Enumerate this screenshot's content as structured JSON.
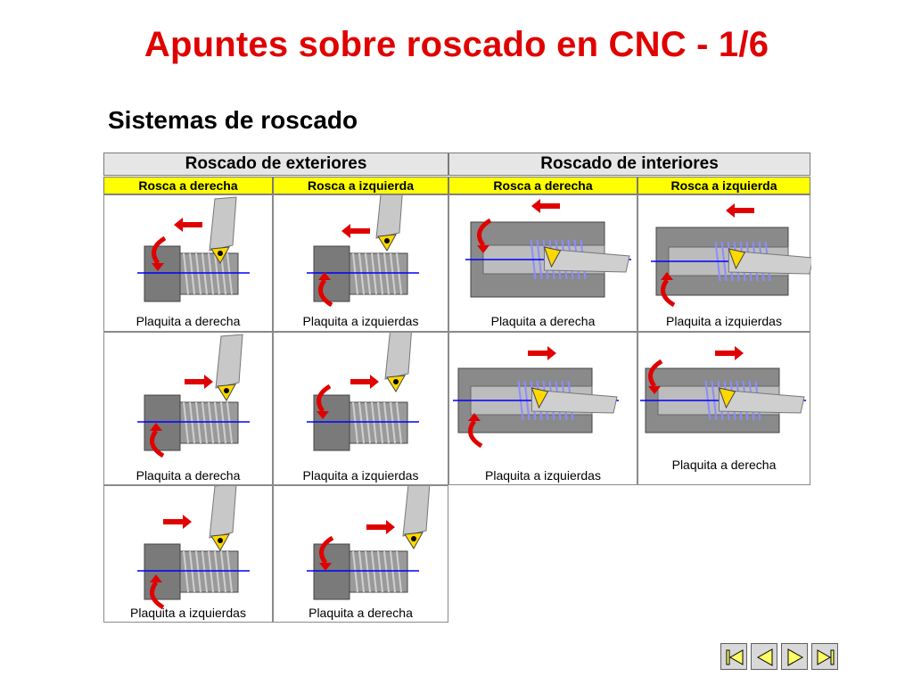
{
  "title": "Apuntes sobre roscado en CNC - 1/6",
  "subtitle": "Sistemas de roscado",
  "table": {
    "header_exteriores": "Roscado de exteriores",
    "header_interiores": "Roscado de interiores",
    "subheaders": [
      "Rosca a derecha",
      "Rosca a izquierda",
      "Rosca a derecha",
      "Rosca a izquierda"
    ],
    "cells": [
      {
        "caption": "Plaquita a derecha"
      },
      {
        "caption": "Plaquita a izquierdas"
      },
      {
        "caption": "Plaquita a derecha"
      },
      {
        "caption": "Plaquita a izquierdas"
      },
      {
        "caption": "Plaquita a derecha"
      },
      {
        "caption": "Plaquita a izquierdas"
      },
      {
        "caption": "Plaquita a izquierdas"
      },
      {
        "caption": "Plaquita a derecha"
      },
      {
        "caption": "Plaquita a izquierdas"
      },
      {
        "caption": "Plaquita a derecha"
      }
    ]
  },
  "colors": {
    "title": "#e00000",
    "arrow": "#e00000",
    "insert": "#ffd800",
    "header_bg": "#e6e6e6",
    "subheader_bg": "#ffff00",
    "thread_inner": "#8c8cff",
    "axis_line": "#0000ff"
  },
  "nav": {
    "icons": [
      "first-page-icon",
      "previous-page-icon",
      "next-page-icon",
      "last-page-icon"
    ]
  }
}
